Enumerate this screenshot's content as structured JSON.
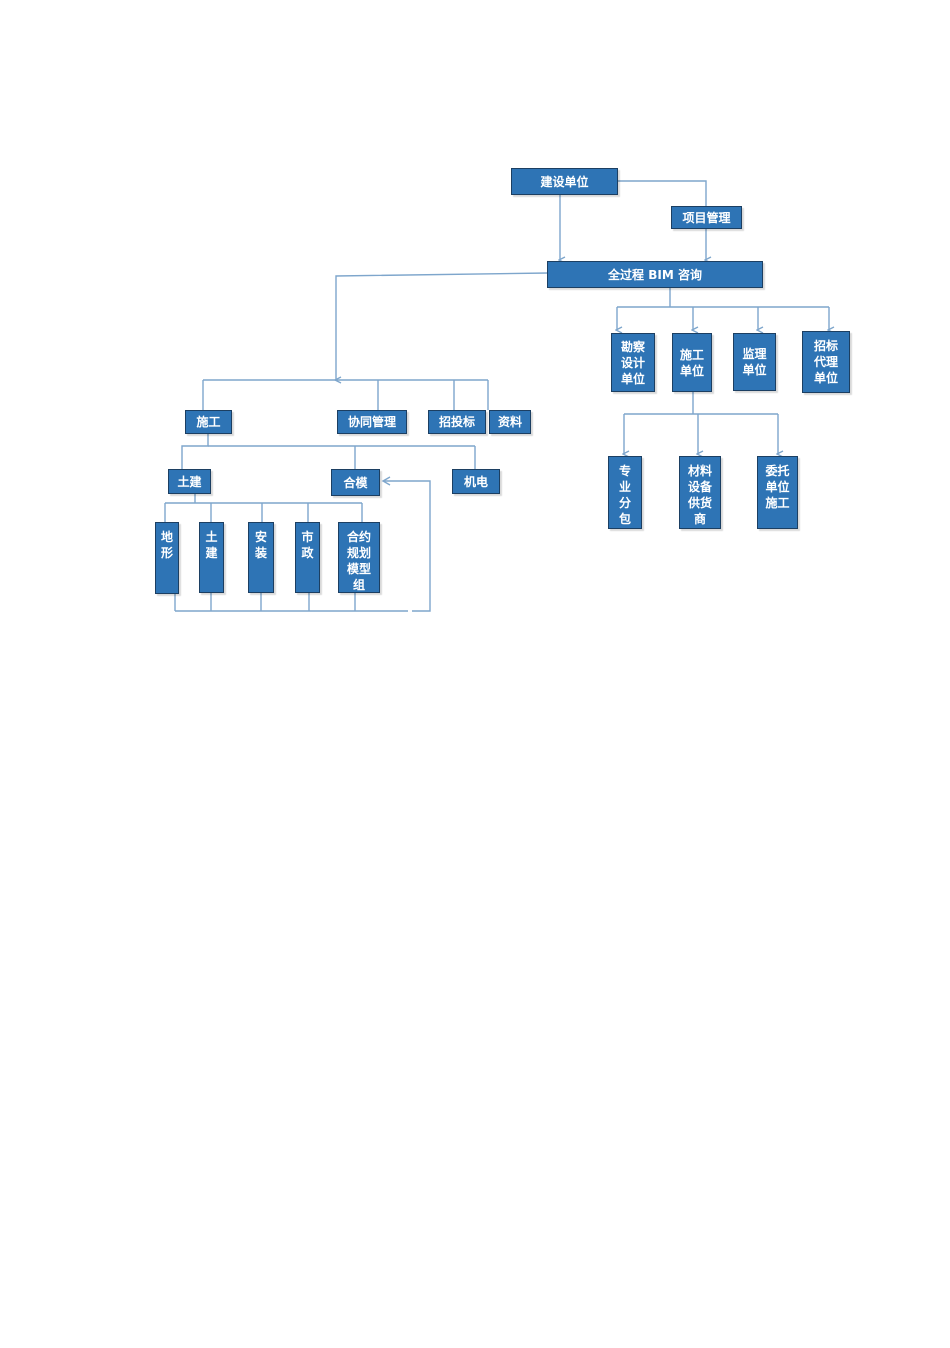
{
  "nodes": {
    "owner": "建设单位",
    "project_mgmt": "项目管理",
    "bim_consult": "全过程 BIM 咨询",
    "survey_design": "勘察\n设计\n单位",
    "construction_unit": "施工\n单位",
    "supervision": "监理\n单位",
    "bidding_agent": "招标\n代理\n单位",
    "subcontract": "专\n业\n分\n包",
    "material_supplier": "材料\n设备\n供货\n商",
    "entrusted_construction": "委托\n单位\n施工",
    "construction": "施工",
    "collab_mgmt": "协同管理",
    "bidding": "招投标",
    "documents": "资料",
    "civil": "土建",
    "model_merge": "合模",
    "mep": "机电",
    "terrain": "地\n形",
    "civil_group": "土\n建",
    "installation": "安\n装",
    "municipal": "市\n政",
    "contract_planning_group": "合约\n规划\n模型\n组"
  },
  "colors": {
    "box": "#2e74b5",
    "line": "#7ea6cc"
  }
}
